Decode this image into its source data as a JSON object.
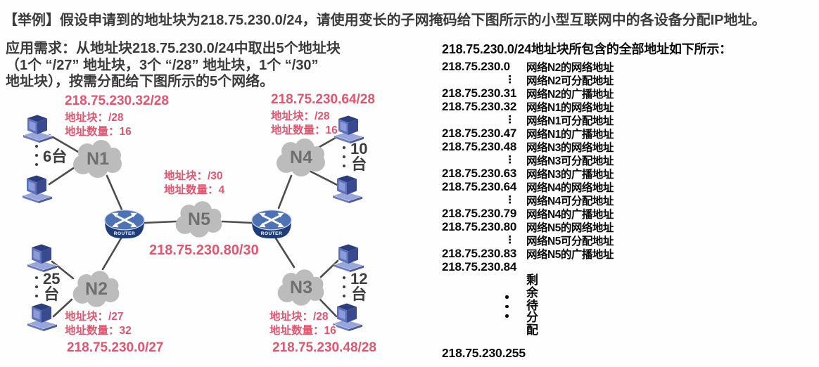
{
  "title": "【举例】假设申请到的地址块为218.75.230.0/24，请使用变长的子网掩码给下图所示的小型互联网中的各设备分配IP地址。",
  "requirement": {
    "line1": "应用需求：从地址块218.75.230.0/24中取出5个地址块",
    "line2": "（1个 “/27” 地址块，3个 “/28” 地址块，1个 “/30”",
    "line3": "地址块），按需分配给下图所示的5个网络。"
  },
  "diagram": {
    "router_label": "ROUTER",
    "n1": {
      "name": "N1",
      "cidr": "218.75.230.32/28",
      "block": "地址块：/28",
      "count": "地址数量：16",
      "hosts_num": "6",
      "hosts_unit": "台"
    },
    "n2": {
      "name": "N2",
      "cidr": "218.75.230.0/27",
      "block": "地址块：/27",
      "count": "地址数量：32",
      "hosts_num": "25",
      "hosts_unit": "台"
    },
    "n3": {
      "name": "N3",
      "cidr": "218.75.230.48/28",
      "block": "地址块：/28",
      "count": "地址数量：16",
      "hosts_num": "12",
      "hosts_unit": "台"
    },
    "n4": {
      "name": "N4",
      "cidr": "218.75.230.64/28",
      "block": "地址块：/28",
      "count": "地址数量：16",
      "hosts_num": "10",
      "hosts_unit": "台"
    },
    "n5": {
      "name": "N5",
      "cidr": "218.75.230.80/30",
      "block": "地址块：/30",
      "count": "地址数量：4"
    }
  },
  "address_table": {
    "header": "218.75.230.0/24地址块所包含的全部地址如下所示：",
    "rows": [
      {
        "ip": "218.75.230.0",
        "desc": "网络N2的网络地址"
      },
      {
        "ip": "⋮",
        "desc": "网络N2可分配地址"
      },
      {
        "ip": "218.75.230.31",
        "desc": "网络N2的广播地址"
      },
      {
        "ip": "218.75.230.32",
        "desc": "网络N1的网络地址"
      },
      {
        "ip": "⋮",
        "desc": "网络N1可分配地址"
      },
      {
        "ip": "218.75.230.47",
        "desc": "网络N1的广播地址"
      },
      {
        "ip": "218.75.230.48",
        "desc": "网络N3的网络地址"
      },
      {
        "ip": "⋮",
        "desc": "网络N3可分配地址"
      },
      {
        "ip": "218.75.230.63",
        "desc": "网络N3的广播地址"
      },
      {
        "ip": "218.75.230.64",
        "desc": "网络N4的网络地址"
      },
      {
        "ip": "⋮",
        "desc": "网络N4可分配地址"
      },
      {
        "ip": "218.75.230.79",
        "desc": "网络N4的广播地址"
      },
      {
        "ip": "218.75.230.80",
        "desc": "网络N5的网络地址"
      },
      {
        "ip": "⋮",
        "desc": "网络N5可分配地址"
      },
      {
        "ip": "218.75.230.83",
        "desc": "网络N5的广播地址"
      },
      {
        "ip": "218.75.230.84",
        "desc": ""
      }
    ],
    "remainder_label": "剩余待分配",
    "last_ip": "218.75.230.255"
  },
  "colors": {
    "accent_pink": "#e2556e",
    "cloud_gray": "#bcbcbc",
    "router_blue": "#4e73b4",
    "text_dark": "#3b3b3b"
  }
}
